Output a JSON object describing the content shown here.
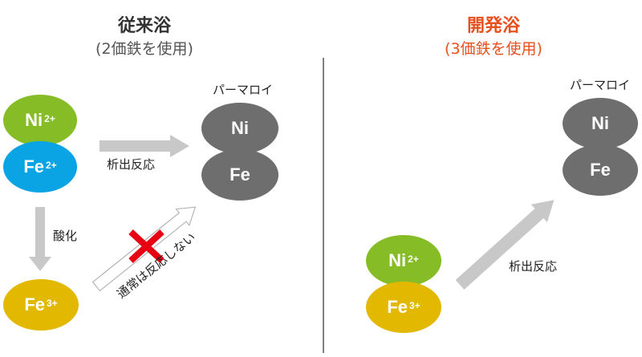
{
  "left": {
    "title": "従来浴",
    "subtitle": "(2価鉄を使用)",
    "ni_ion": {
      "symbol": "Ni",
      "charge": "2+"
    },
    "fe2_ion": {
      "symbol": "Fe",
      "charge": "2+"
    },
    "fe3_ion": {
      "symbol": "Fe",
      "charge": "3+"
    },
    "permalloy_label": "パーマロイ",
    "permalloy_ni": "Ni",
    "permalloy_fe": "Fe",
    "deposition_label": "析出反応",
    "oxidation_label": "酸化",
    "no_reaction_label": "通常は反応しない"
  },
  "right": {
    "title": "開発浴",
    "subtitle": "(3価鉄を使用)",
    "ni_ion": {
      "symbol": "Ni",
      "charge": "2+"
    },
    "fe3_ion": {
      "symbol": "Fe",
      "charge": "3+"
    },
    "permalloy_label": "パーマロイ",
    "permalloy_ni": "Ni",
    "permalloy_fe": "Fe",
    "deposition_label": "析出反応"
  },
  "colors": {
    "conventional_title": "#333333",
    "developed_title": "#e8501e",
    "ni_ion": "#86bd26",
    "fe2_ion": "#0aa3e3",
    "fe3_ion": "#e3b800",
    "permalloy": "#6e6e6e",
    "arrow": "#c8c8c8",
    "cross": "#e60012"
  },
  "icons": {
    "cross": "cross-mark-icon"
  }
}
